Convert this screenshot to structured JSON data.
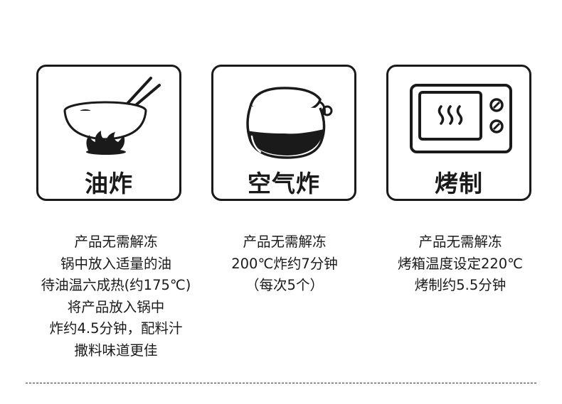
{
  "methods": [
    {
      "title": "油炸",
      "icon": "deep-fry-pot-icon",
      "lines": [
        "产品无需解冻",
        "锅中放入适量的油",
        "待油温六成热(约175℃)",
        "将产品放入锅中",
        "炸约4.5分钟，配料汁",
        "撒料味道更佳"
      ]
    },
    {
      "title": "空气炸",
      "icon": "air-fryer-icon",
      "lines": [
        "产品无需解冻",
        "200℃炸约7分钟",
        "（每次5个）"
      ]
    },
    {
      "title": "烤制",
      "icon": "microwave-oven-icon",
      "lines": [
        "产品无需解冻",
        "烤箱温度设定220℃",
        "烤制约5.5分钟"
      ]
    }
  ],
  "colors": {
    "ink": "#1a1a1a",
    "background": "#ffffff"
  }
}
